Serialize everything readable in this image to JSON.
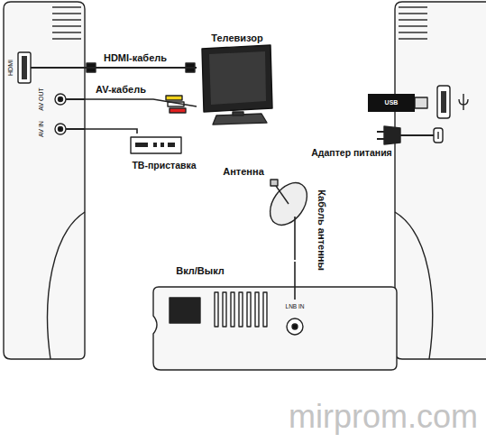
{
  "diagram": {
    "nodes": [
      {
        "text": [
          "HDMI",
          "AV OUT",
          "AV IN"
        ]
      },
      {
        "text": [
          "Телевизор"
        ]
      },
      {
        "text": [
          "ТВ-приставка"
        ]
      },
      {
        "text": [
          "Антенна"
        ]
      },
      {
        "text": [
          "Вкл/Выкл",
          "LNB IN"
        ]
      },
      {
        "text": [
          "USB"
        ]
      },
      {
        "text": [
          "Адаптер питания"
        ]
      }
    ],
    "edges": [
      {
        "from": 0,
        "to": 1,
        "label": "HDMI-кабель",
        "arrow": "none"
      },
      {
        "from": 0,
        "to": 1,
        "label": "AV-кабель",
        "arrow": "none"
      },
      {
        "from": 0,
        "to": 2,
        "arrow": "none"
      },
      {
        "from": 3,
        "to": 4,
        "label": "Кабель антенны",
        "arrow": "none"
      }
    ],
    "labels": [
      "mirprom.com"
    ]
  }
}
